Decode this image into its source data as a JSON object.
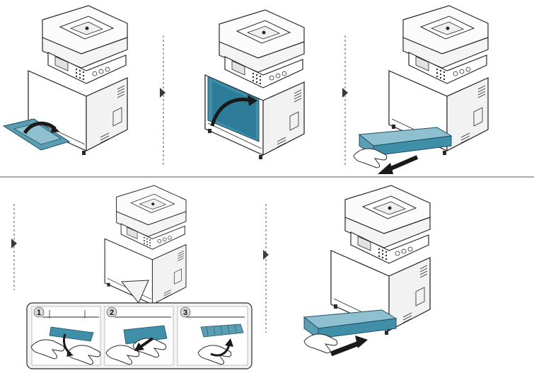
{
  "diagram": {
    "colors": {
      "line": "#2a2a2a",
      "accent_blue": "#3f8fa8",
      "accent_dark": "#1f4f66",
      "panel_bg": "#eef2f4",
      "callout_bg": "#f3f3f3",
      "separator": "#555555"
    },
    "steps_top": [
      {
        "id": "open-multipurpose-tray",
        "arrow_icon": "curved-arrow-icon"
      },
      {
        "id": "close-front-cover",
        "arrow_icon": "curved-arrow-icon"
      },
      {
        "id": "pull-out-tray",
        "arrow_icon": "pull-arrow-icon"
      }
    ],
    "steps_bottom": [
      {
        "id": "remove-jammed-paper"
      },
      {
        "id": "insert-tray",
        "arrow_icon": "push-arrow-icon"
      }
    ],
    "callout": {
      "panels": [
        {
          "number": "1"
        },
        {
          "number": "2"
        },
        {
          "number": "3"
        }
      ]
    }
  }
}
